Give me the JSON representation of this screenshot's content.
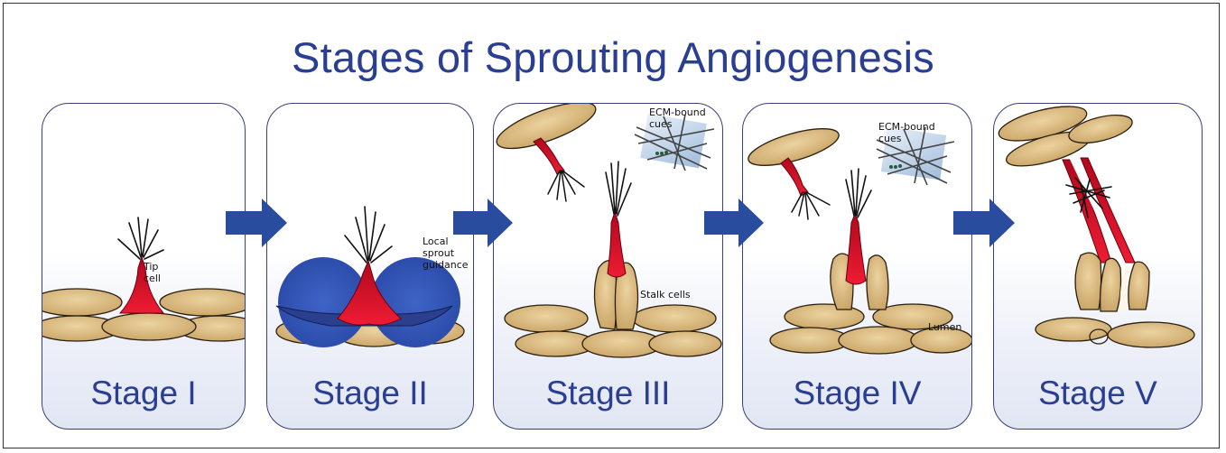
{
  "title": "Stages of Sprouting Angiogenesis",
  "stages": [
    {
      "label": "Stage I"
    },
    {
      "label": "Stage II"
    },
    {
      "label": "Stage III"
    },
    {
      "label": "Stage IV"
    },
    {
      "label": "Stage V"
    }
  ],
  "annotations": {
    "tip_cell": "Tip\ncell",
    "local_sprout": "Local\nsprout\nguidance",
    "ecm_bound_1": "ECM-bound\ncues",
    "stalk_cells": "Stalk cells",
    "ecm_bound_2": "ECM-bound\ncues",
    "lumen": "Lumen"
  },
  "colors": {
    "title": "#2a3f93",
    "cell": "#d9b77c",
    "tip": "#d8102a",
    "guidance": "#3a5cc0",
    "arrow": "#2a4c9e"
  }
}
